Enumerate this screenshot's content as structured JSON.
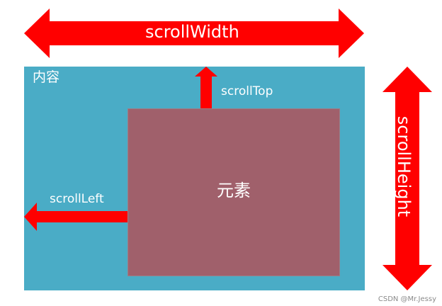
{
  "labels": {
    "scroll_width": "scrollWidth",
    "scroll_height": "scrollHeight",
    "scroll_top": "scrollTop",
    "scroll_left": "scrollLeft",
    "content": "内容",
    "element": "元素"
  },
  "watermark": "CSDN @Mr.Jessy",
  "colors": {
    "arrow": "#ff0000",
    "content_box": "#4aacc6",
    "element_box": "#a0606b",
    "label_text": "#ffffff"
  }
}
